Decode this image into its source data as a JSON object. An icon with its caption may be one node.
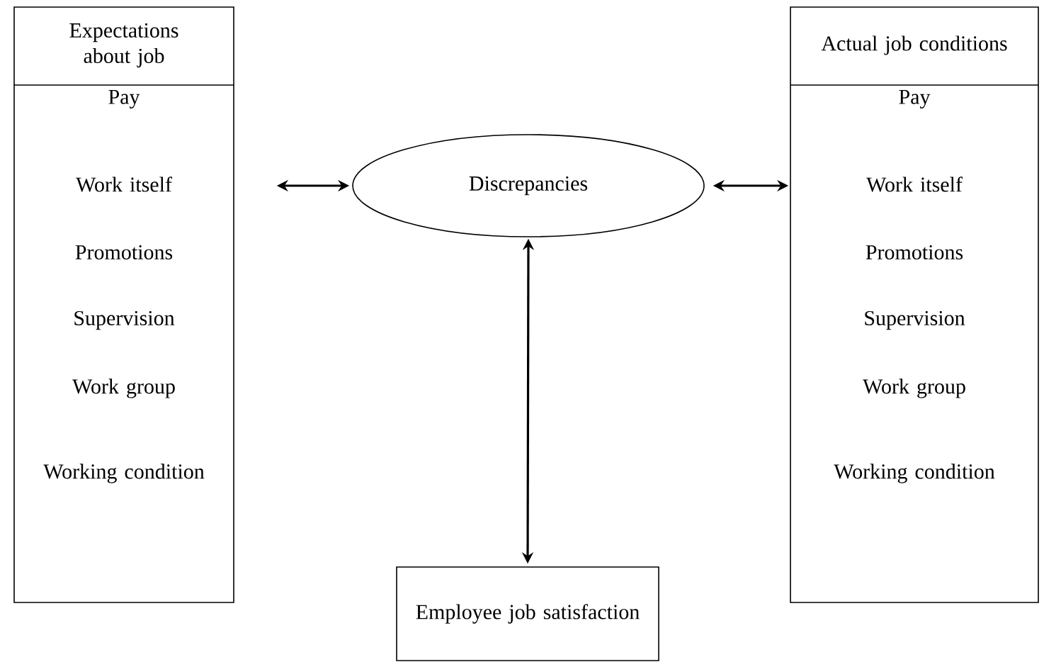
{
  "diagram": {
    "nodes": [
      {
        "text": [
          "Expectations about job",
          "Pay",
          "Work itself",
          "Promotions",
          "Supervision",
          "Work group",
          "Working condition"
        ]
      },
      {
        "text": [
          "Discrepancies"
        ]
      },
      {
        "text": [
          "Actual job conditions",
          "Pay",
          "Work itself",
          "Promotions",
          "Supervision",
          "Work group",
          "Working condition"
        ]
      },
      {
        "text": [
          "Employee job satisfaction"
        ]
      }
    ],
    "edges": [
      {
        "from": 0,
        "to": 1,
        "arrow": "both"
      },
      {
        "from": 1,
        "to": 2,
        "arrow": "both"
      },
      {
        "from": 1,
        "to": 3,
        "arrow": "both"
      }
    ]
  }
}
